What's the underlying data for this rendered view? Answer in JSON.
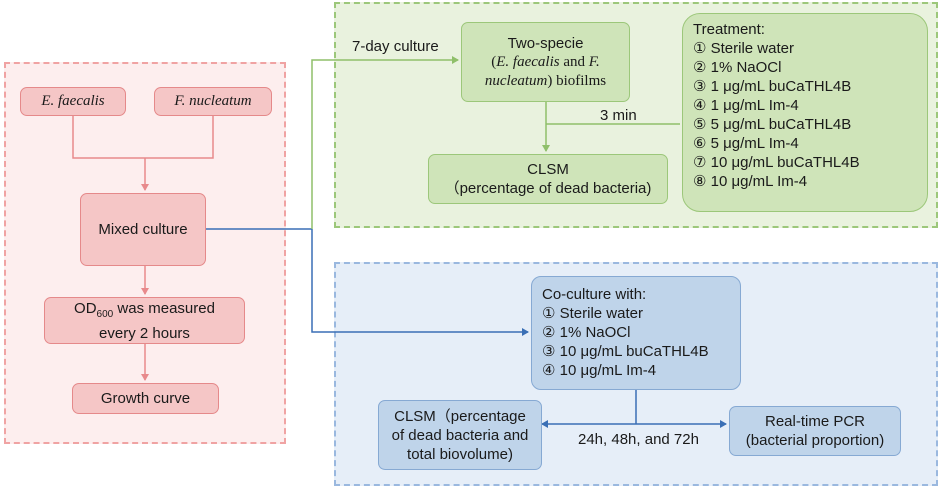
{
  "left": {
    "species_a": "E. faecalis",
    "species_b": "F. nucleatum",
    "mixed_culture": "Mixed culture",
    "od_prefix": "OD",
    "od_subscript": "600",
    "od_suffix": " was measured",
    "od_line2": "every 2 hours",
    "growth_curve": "Growth curve"
  },
  "top": {
    "culture_label": "7-day culture",
    "biofilm_title": "Two-specie",
    "biofilm_open": "(",
    "biofilm_species_a": "E. faecalis",
    "biofilm_and": " and ",
    "biofilm_species_b_part1": "F.",
    "biofilm_species_b_part2": "nucleatum",
    "biofilm_close": ") biofilms",
    "time_label": "3 min",
    "clsm_title": "CLSM",
    "clsm_detail": "（percentage of dead bacteria)",
    "treatment_title": "Treatment:",
    "treatments": [
      "① Sterile water",
      "② 1% NaOCl",
      "③ 1 μg/mL buCaTHL4B",
      "④ 1 μg/mL Im-4",
      "⑤ 5 μg/mL buCaTHL4B",
      "⑥ 5 μg/mL Im-4",
      "⑦ 10 μg/mL buCaTHL4B",
      "⑧ 10 μg/mL Im-4"
    ]
  },
  "bottom": {
    "coculture_title": "Co-culture with:",
    "coculture_items": [
      "① Sterile water",
      "② 1% NaOCl",
      "③ 10 μg/mL buCaTHL4B",
      "④ 10 μg/mL Im-4"
    ],
    "time_label": "24h, 48h, and 72h",
    "clsm_line1": "CLSM（percentage",
    "clsm_line2": "of dead bacteria and",
    "clsm_line3": "total biovolume)",
    "pcr_line1": "Real-time PCR",
    "pcr_line2": "(bacterial proportion)"
  },
  "colors": {
    "pink_fill": "#f5c6c6",
    "green_fill": "#cfe4b9",
    "blue_fill": "#bfd4ea",
    "pink_arrow": "#e88a8c",
    "green_arrow": "#8fbf6a",
    "blue_arrow": "#3a6fb5"
  }
}
